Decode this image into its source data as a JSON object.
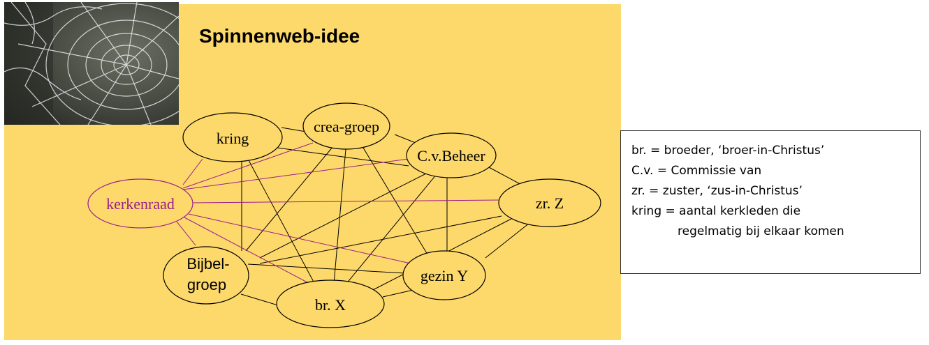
{
  "title": "Spinnenweb-idee",
  "colors": {
    "slide_background": "#fdd96b",
    "node_fill": "#fdd96b",
    "edge": "#000000",
    "highlight": "#9b1c8c"
  },
  "photo": {
    "icon": "spider-web-photo"
  },
  "nodes": {
    "kring": "kring",
    "crea_groep": "crea-groep",
    "cv_beheer": "C.v.Beheer",
    "kerkenraad": "kerkenraad",
    "zr_z": "zr. Z",
    "bijbel_line1": "Bijbel-",
    "bijbel_line2": "groep",
    "gezin_y": "gezin Y",
    "br_x": "br. X"
  },
  "legend": [
    "br. = broeder, ‘broer-in-Christus’",
    "C.v. = Commissie van",
    "zr. = zuster, ‘zus-in-Christus’",
    "kring = aantal kerkleden die",
    "regelmatig bij elkaar komen"
  ]
}
